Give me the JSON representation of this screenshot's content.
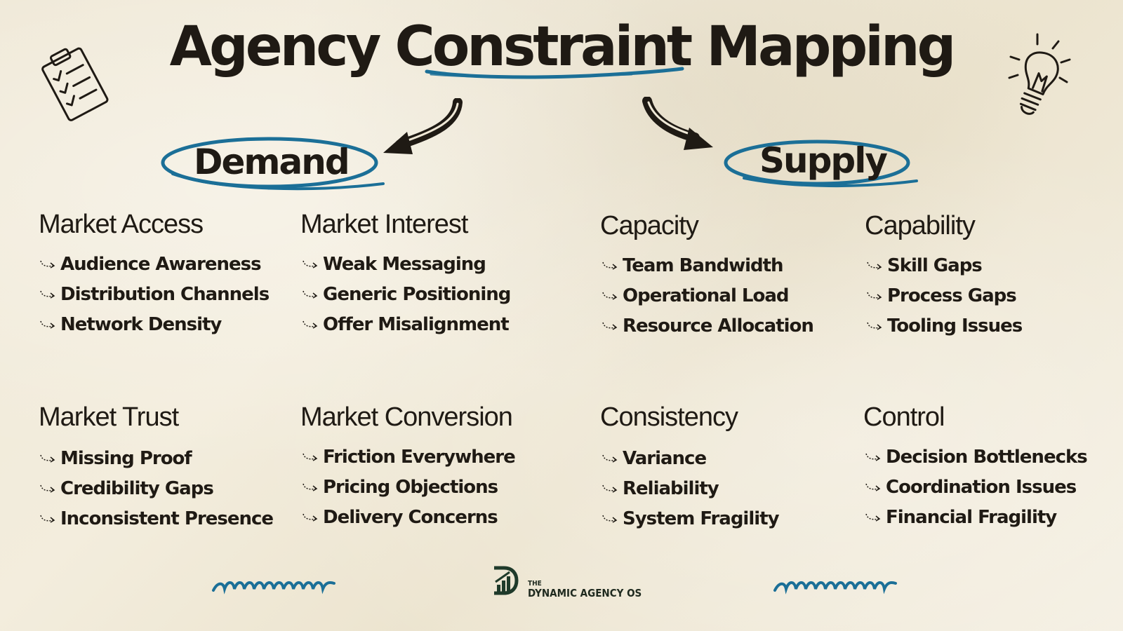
{
  "title": {
    "part1": "Agency",
    "part2": "Constraint",
    "part3": "Mapping"
  },
  "demand_label": "Demand",
  "supply_label": "Supply",
  "categories": [
    {
      "name": "Market Access",
      "items": [
        "Audience Awareness",
        "Distribution Channels",
        "Network Density"
      ]
    },
    {
      "name": "Market Interest",
      "items": [
        "Weak Messaging",
        "Generic Positioning",
        "Offer Misalignment"
      ]
    },
    {
      "name": "Capacity",
      "items": [
        "Team Bandwidth",
        "Operational Load",
        "Resource Allocation"
      ]
    },
    {
      "name": "Capability",
      "items": [
        "Skill Gaps",
        "Process Gaps",
        "Tooling Issues"
      ]
    },
    {
      "name": "Market Trust",
      "items": [
        "Missing Proof",
        "Credibility Gaps",
        "Inconsistent Presence"
      ]
    },
    {
      "name": "Market Conversion",
      "items": [
        "Friction Everywhere",
        "Pricing Objections",
        "Delivery Concerns"
      ]
    },
    {
      "name": "Consistency",
      "items": [
        "Variance",
        "Reliability",
        "System Fragility"
      ]
    },
    {
      "name": "Control",
      "items": [
        "Decision Bottlenecks",
        "Coordination Issues",
        "Financial Fragility"
      ]
    }
  ],
  "logo": {
    "the": "THE",
    "name": "DYNAMIC AGENCY OS"
  },
  "colors": {
    "accent": "#1b6f97",
    "ink": "#1f1a14",
    "background": "#efe8d6",
    "logo": "#1f3a2a"
  },
  "icons": [
    "clipboard-icon",
    "lightbulb-icon",
    "curved-arrow-icon",
    "squiggle-icon",
    "chart-logo-icon"
  ]
}
